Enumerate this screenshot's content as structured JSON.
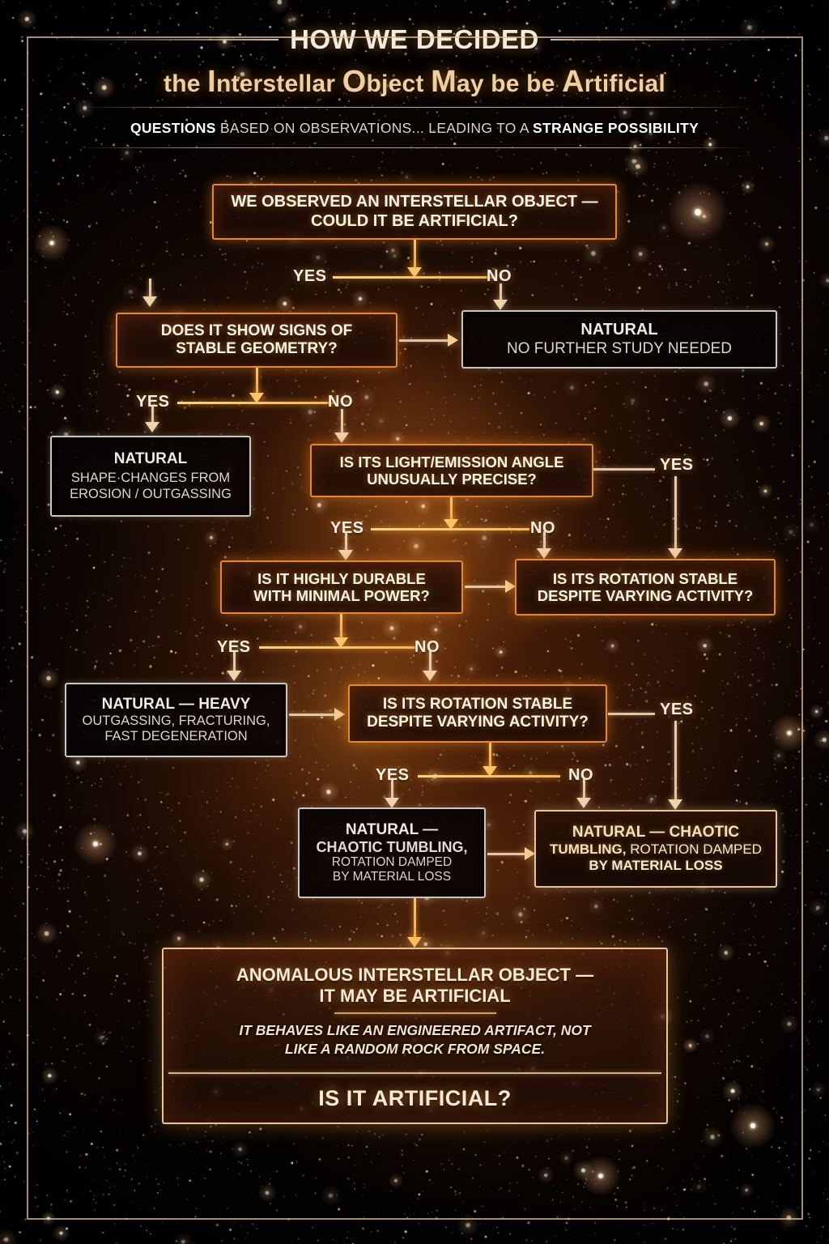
{
  "header": {
    "title": "HOW WE DECIDED",
    "subtitle_pre": "the ",
    "subtitle": "The Interstellar Object May be be Artificial",
    "subtitle_parts": [
      "the ",
      "I",
      "nterstellar ",
      "O",
      "bject ",
      "M",
      "ay be be ",
      "A",
      "rtificial"
    ],
    "tagline_1": "QUESTIONS",
    "tagline_2": " BASED ON OBSERVATIONS... LEADING TO A ",
    "tagline_3": "STRANGE POSSIBILITY"
  },
  "nodes": {
    "start": {
      "line1": "WE OBSERVED AN INTERSTELLAR OBJECT —",
      "line2": "COULD IT BE ARTIFICIAL?"
    },
    "q_geometry": {
      "line1": "DOES IT SHOW SIGNS OF",
      "line2": "STABLE GEOMETRY?"
    },
    "out_no_study": {
      "line1": "NATURAL",
      "line2": "NO FURTHER STUDY NEEDED"
    },
    "out_shape": {
      "line1": "NATURAL",
      "line2": "SHAPE·CHANGES FROM",
      "line3": "EROSION / OUTGASSING"
    },
    "q_light": {
      "line1": "IS ITS LIGHT/EMISSION ANGLE",
      "line2": "UNUSUALLY PRECISE?"
    },
    "q_durable": {
      "line1": "IS IT HIGHLY DURABLE",
      "line2": "WITH MINIMAL POWER?"
    },
    "q_rotation_a": {
      "line1": "IS ITS ROTATION STABLE",
      "line2": "DESPITE VARYING ACTIVITY?"
    },
    "out_heavy": {
      "line1": "NATURAL — HEAVY",
      "line2": "OUTGASSING, FRACTURING,",
      "line3": "FAST DEGENERATION"
    },
    "q_rotation_b": {
      "line1": "IS ITS ROTATION STABLE",
      "line2": "DESPITE VARYING ACTIVITY?"
    },
    "out_chaotic_left": {
      "line1": "NATURAL —",
      "line2": "CHAOTIC TUMBLING,",
      "line3": "ROTATION DAMPED",
      "line4": "BY MATERIAL LOSS"
    },
    "out_chaotic_right": {
      "line1": "NATURAL — CHAOTIC",
      "line2_bold": "TUMBLING,",
      "line2_rest": " ROTATION DAMPED",
      "line3": "BY MATERIAL LOSS"
    }
  },
  "labels": {
    "yes": "YES",
    "no": "NO"
  },
  "edges": [
    {
      "id": "start-yes",
      "label": "YES"
    },
    {
      "id": "start-no",
      "label": "NO"
    },
    {
      "id": "geometry-yes",
      "label": "YES"
    },
    {
      "id": "geometry-no",
      "label": "NO"
    },
    {
      "id": "light-yes",
      "label": "YES"
    },
    {
      "id": "light-no",
      "label": "NO"
    },
    {
      "id": "light-right-yes",
      "label": "YES"
    },
    {
      "id": "durable-yes",
      "label": "YES"
    },
    {
      "id": "durable-no",
      "label": "NO"
    },
    {
      "id": "rotation-b-yes",
      "label": "YES"
    },
    {
      "id": "rotation-b-no",
      "label": "NO"
    },
    {
      "id": "rotation-b-right-yes",
      "label": "YES"
    }
  ],
  "conclusion": {
    "title_line1": "ANOMALOUS INTERSTELLAR OBJECT —",
    "title_line2": "IT MAY BE ARTIFICIAL",
    "body_line1": "IT BEHAVES LIKE AN ENGINEERED ARTIFACT, NOT",
    "body_line2": "LIKE A RANDOM ROCK FROM SPACE.",
    "cta": "IS IT ARTIFICIAL?"
  },
  "colors": {
    "background": "#0a0503",
    "frame_border": "#e2c5a0",
    "title_white": "#f4ece2",
    "title_tan": "#f0cfa2",
    "question_border": "#e08a34",
    "natural_border": "#cfc6ba",
    "accent_glow": "#ffa63c",
    "connector": "#ffc56b"
  }
}
